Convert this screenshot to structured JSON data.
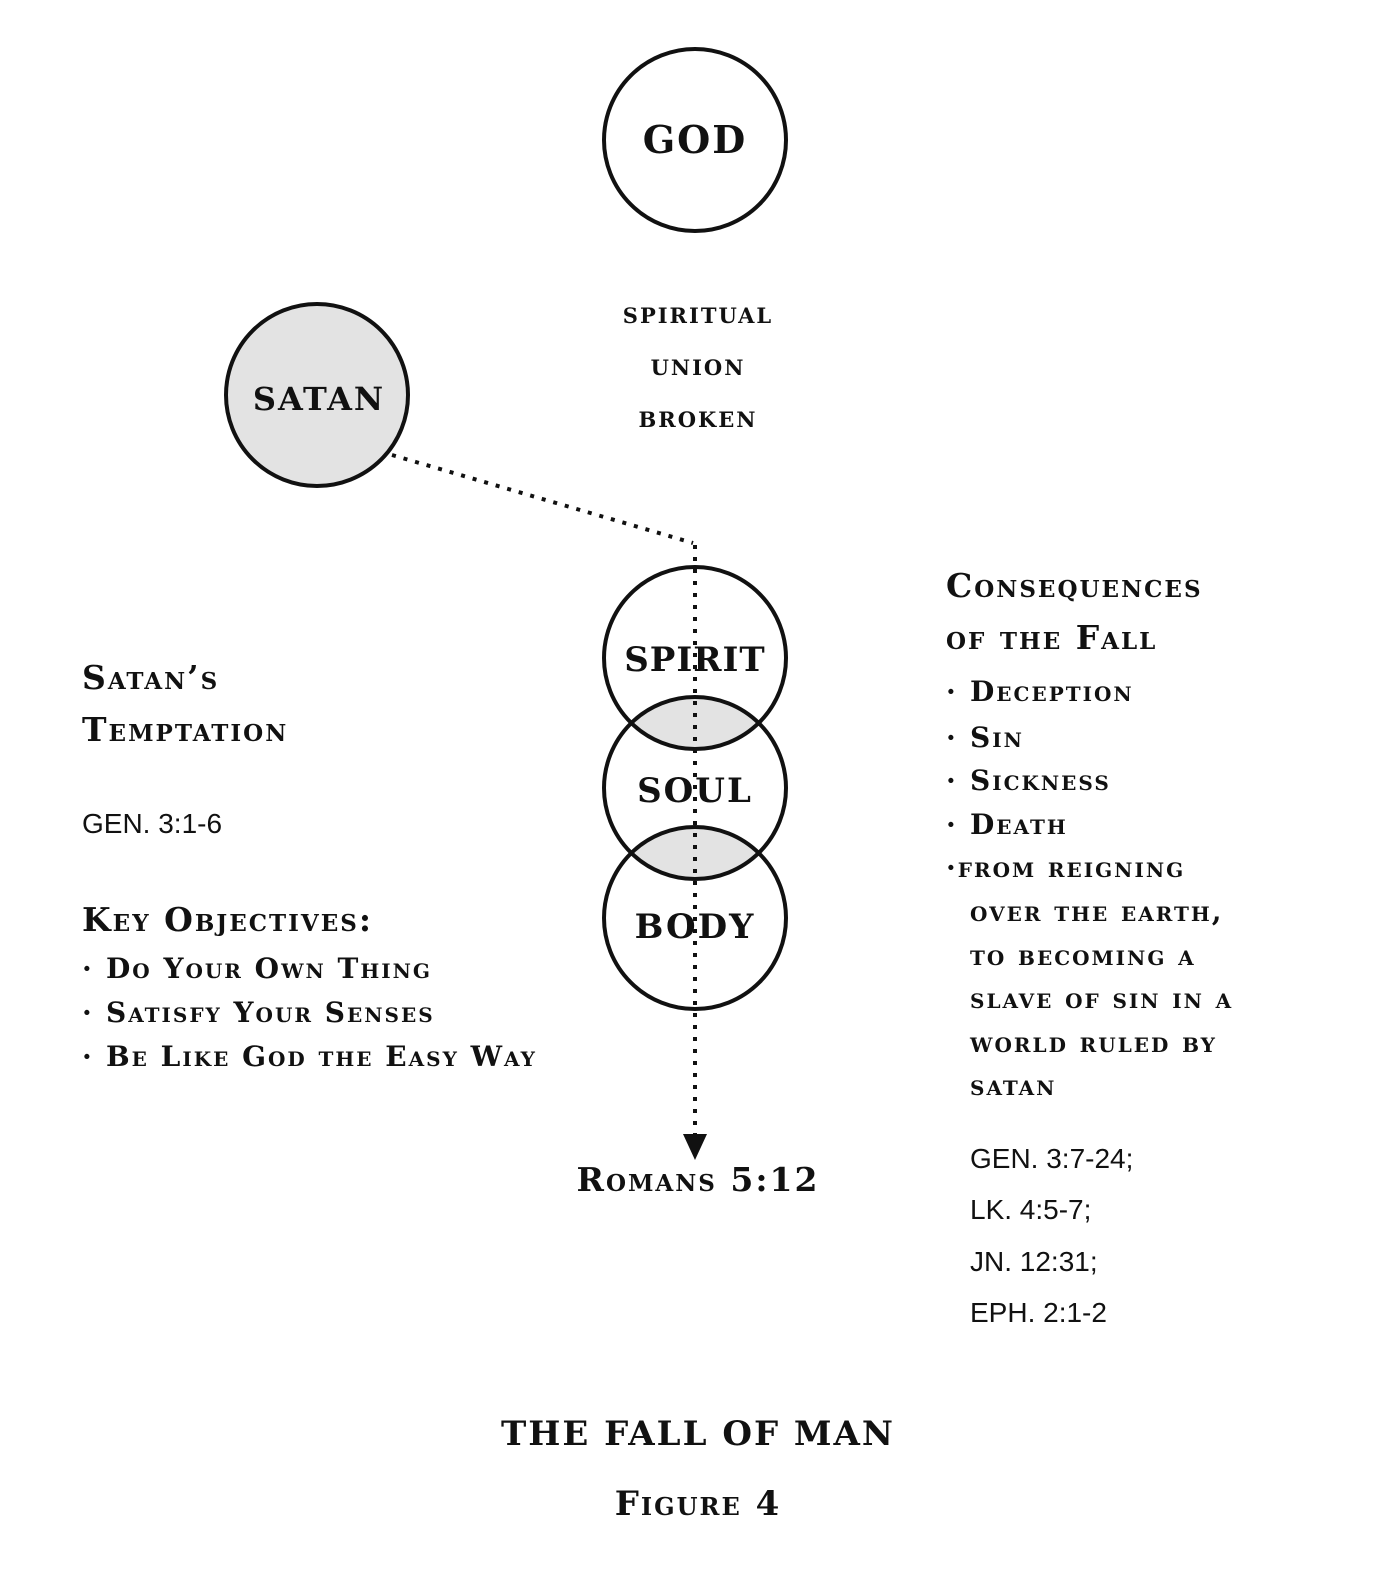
{
  "nodes": {
    "god": "GOD",
    "satan": "SATAN",
    "spirit": "SPIRIT",
    "soul": "SOUL",
    "body": "BODY"
  },
  "union_broken": [
    "SPIRITUAL",
    "UNION",
    "BROKEN"
  ],
  "temptation": {
    "heading_lines": [
      "Satan’s",
      "Temptation"
    ],
    "reference": "GEN. 3:1-6",
    "objectives_heading": "Key Objectives:",
    "objectives": [
      "Do Your Own Thing",
      "Satisfy Your Senses",
      "Be Like God the Easy Way"
    ]
  },
  "romans": "Romans 5:12",
  "consequences": {
    "heading_lines": [
      "Consequences",
      "of the Fall"
    ],
    "items": [
      "Deception",
      "Sin",
      "Sickness",
      "Death"
    ],
    "last_item_lines": [
      "From reigning",
      "over the earth,",
      "to becoming a",
      "slave of sin in a",
      "world ruled by",
      "satan"
    ],
    "references": [
      "GEN. 3:7-24;",
      "LK. 4:5-7;",
      "JN. 12:31;",
      "EPH. 2:1-2"
    ]
  },
  "caption": {
    "title": "THE FALL OF MAN",
    "figure": "Figure 4"
  },
  "colors": {
    "stroke": "#111111",
    "satan_fill": "#e3e3e3",
    "overlap_fill": "#e3e3e3"
  }
}
